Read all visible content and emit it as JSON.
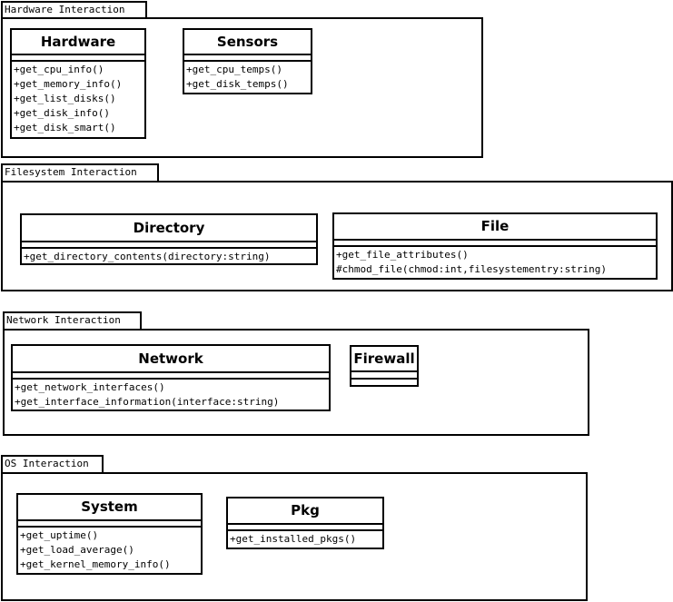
{
  "packages": [
    {
      "name": "Hardware Interaction",
      "classes": [
        {
          "name": "Hardware",
          "methods": [
            "+get_cpu_info()",
            "+get_memory_info()",
            "+get_list_disks()",
            "+get_disk_info()",
            "+get_disk_smart()"
          ]
        },
        {
          "name": "Sensors",
          "methods": [
            "+get_cpu_temps()",
            "+get_disk_temps()"
          ]
        }
      ]
    },
    {
      "name": "Filesystem Interaction",
      "classes": [
        {
          "name": "Directory",
          "methods": [
            "+get_directory_contents(directory:string)"
          ]
        },
        {
          "name": "File",
          "methods": [
            "+get_file_attributes()",
            "#chmod_file(chmod:int,filesystementry:string)"
          ]
        }
      ]
    },
    {
      "name": "Network Interaction",
      "classes": [
        {
          "name": "Network",
          "methods": [
            "+get_network_interfaces()",
            "+get_interface_information(interface:string)"
          ]
        },
        {
          "name": "Firewall",
          "methods": []
        }
      ]
    },
    {
      "name": "OS Interaction",
      "classes": [
        {
          "name": "System",
          "methods": [
            "+get_uptime()",
            "+get_load_average()",
            "+get_kernel_memory_info()"
          ]
        },
        {
          "name": "Pkg",
          "methods": [
            "+get_installed_pkgs()"
          ]
        }
      ]
    }
  ]
}
